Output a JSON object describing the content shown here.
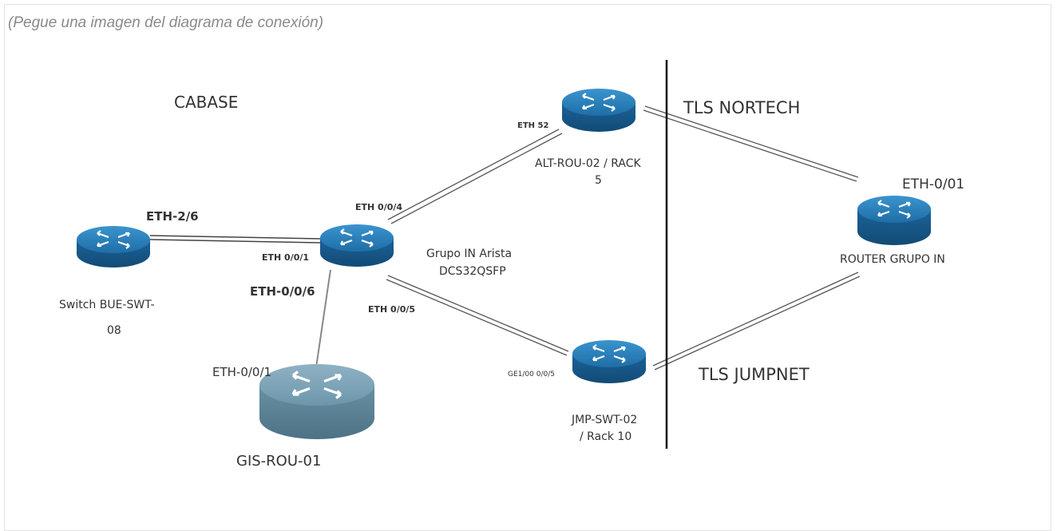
{
  "caption": "(Pegue una imagen del diagrama de conexión)",
  "zones": {
    "cabase": "CABASE",
    "tls_nortech": "TLS NORTECH",
    "tls_jumpnet": "TLS JUMPNET"
  },
  "devices": {
    "switch_bue": {
      "name_line1": "Switch BUE-SWT-",
      "name_line2": "08",
      "port": "ETH-2/6"
    },
    "grupo_in_arista": {
      "name_line1": "Grupo IN Arista",
      "name_line2": "DCS32QSFP",
      "port_left": "ETH 0/0/1",
      "port_up": "ETH 0/0/4",
      "port_down": "ETH 0/0/5",
      "port_bottom": "ETH-0/0/6"
    },
    "gis_rou": {
      "name": "GIS-ROU-01",
      "port": "ETH-0/0/1"
    },
    "alt_rou": {
      "name_line1": "ALT-ROU-02 / RACK",
      "name_line2": "5",
      "port": "ETH 52"
    },
    "jmp_swt": {
      "name_line1": "JMP-SWT-02",
      "name_line2": "/ Rack 10",
      "port": "GE1/00 0/0/5"
    },
    "router_grupo_in": {
      "name": "ROUTER GRUPO IN",
      "port": "ETH-0/01"
    }
  },
  "colors": {
    "router_blue": "#1f6fa8",
    "router_top": "#2f86c2",
    "gis_gray": "#6b93a8",
    "link": "#555555"
  }
}
